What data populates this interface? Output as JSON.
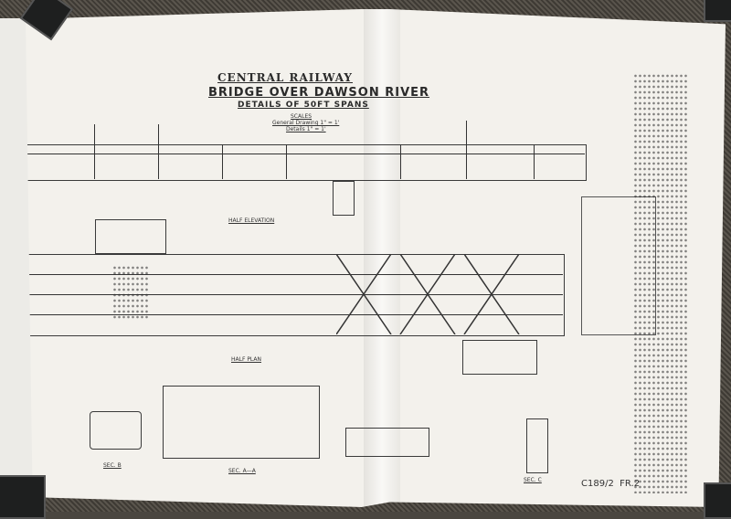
{
  "drawing": {
    "railway": "CENTRAL RAILWAY",
    "title": "BRIDGE OVER DAWSON RIVER",
    "subtitle": "DETAILS OF 50FT SPANS",
    "scales_label": "SCALES",
    "scale_general": "General Drawing 1\" = 1'",
    "scale_details": "Details 1\" = 1'",
    "reference": "C189/2",
    "sheet": "FR.2"
  },
  "views": {
    "half_elevation": "HALF ELEVATION",
    "half_plan": "HALF PLAN",
    "section_aa": "SEC. A—A",
    "section_b": "SEC. B",
    "section_c": "SEC. C"
  },
  "colors": {
    "paper": "#f3f1ec",
    "ink": "#2a2a2a",
    "background": "#4a4640"
  }
}
